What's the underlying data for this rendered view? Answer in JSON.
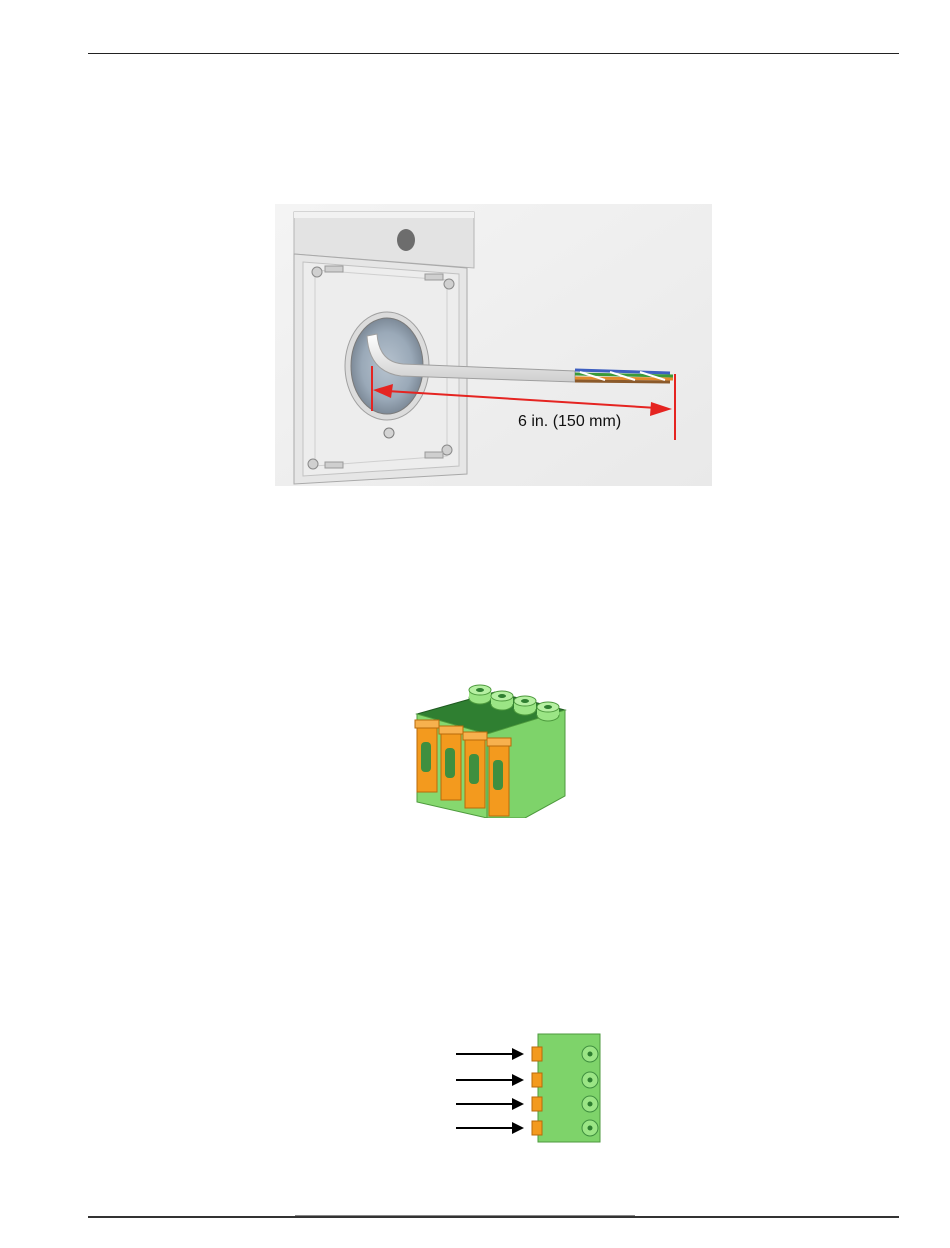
{
  "figures": {
    "wall_plate": {
      "dimension_label": "6 in. (150 mm)"
    },
    "terminal_connector": {
      "pin_count": 4
    },
    "wiring_diagram": {
      "arrow_count": 4
    }
  },
  "colors": {
    "dimension_red": "#e52421",
    "connector_green": "#7ed36a",
    "latch_orange": "#f39a1e"
  }
}
